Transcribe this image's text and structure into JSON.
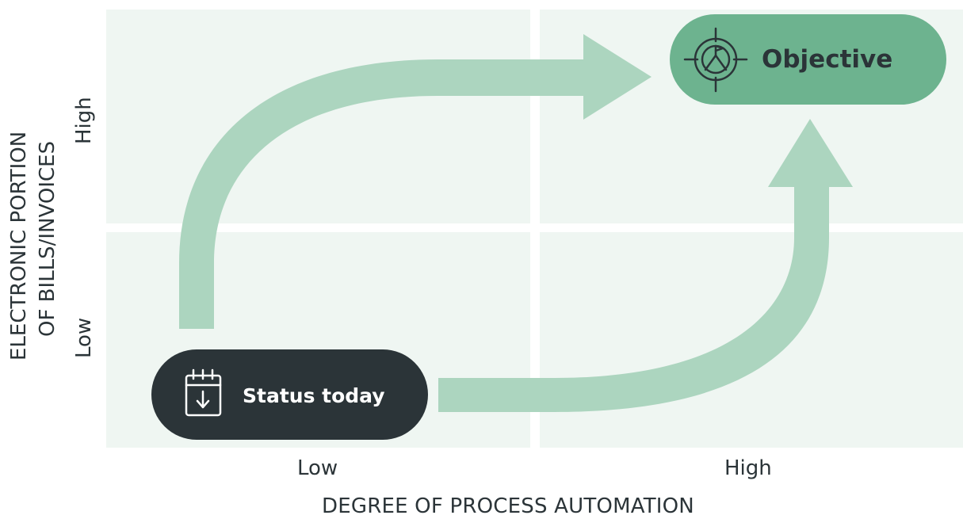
{
  "diagram": {
    "nodes": {
      "status": {
        "label": "Status today",
        "icon": "calendar-download-icon",
        "color": "#2b3438"
      },
      "objective": {
        "label": "Objective",
        "icon": "target-flag-icon",
        "color": "#6db38f"
      }
    },
    "arrows": [
      {
        "from": "status",
        "to": "objective",
        "route": "up-then-right"
      },
      {
        "from": "status",
        "to": "objective",
        "route": "right-then-up"
      }
    ],
    "colors": {
      "quadrant": "#eff6f2",
      "arrow": "#acd5bf",
      "text": "#2b3438"
    }
  },
  "x_axis": {
    "title": "DEGREE OF PROCESS AUTOMATION",
    "ticks": [
      "Low",
      "High"
    ]
  },
  "y_axis": {
    "title_lines": [
      "ELECTRONIC PORTION",
      "OF BILLS/INVOICES"
    ],
    "ticks": [
      "Low",
      "High"
    ]
  }
}
